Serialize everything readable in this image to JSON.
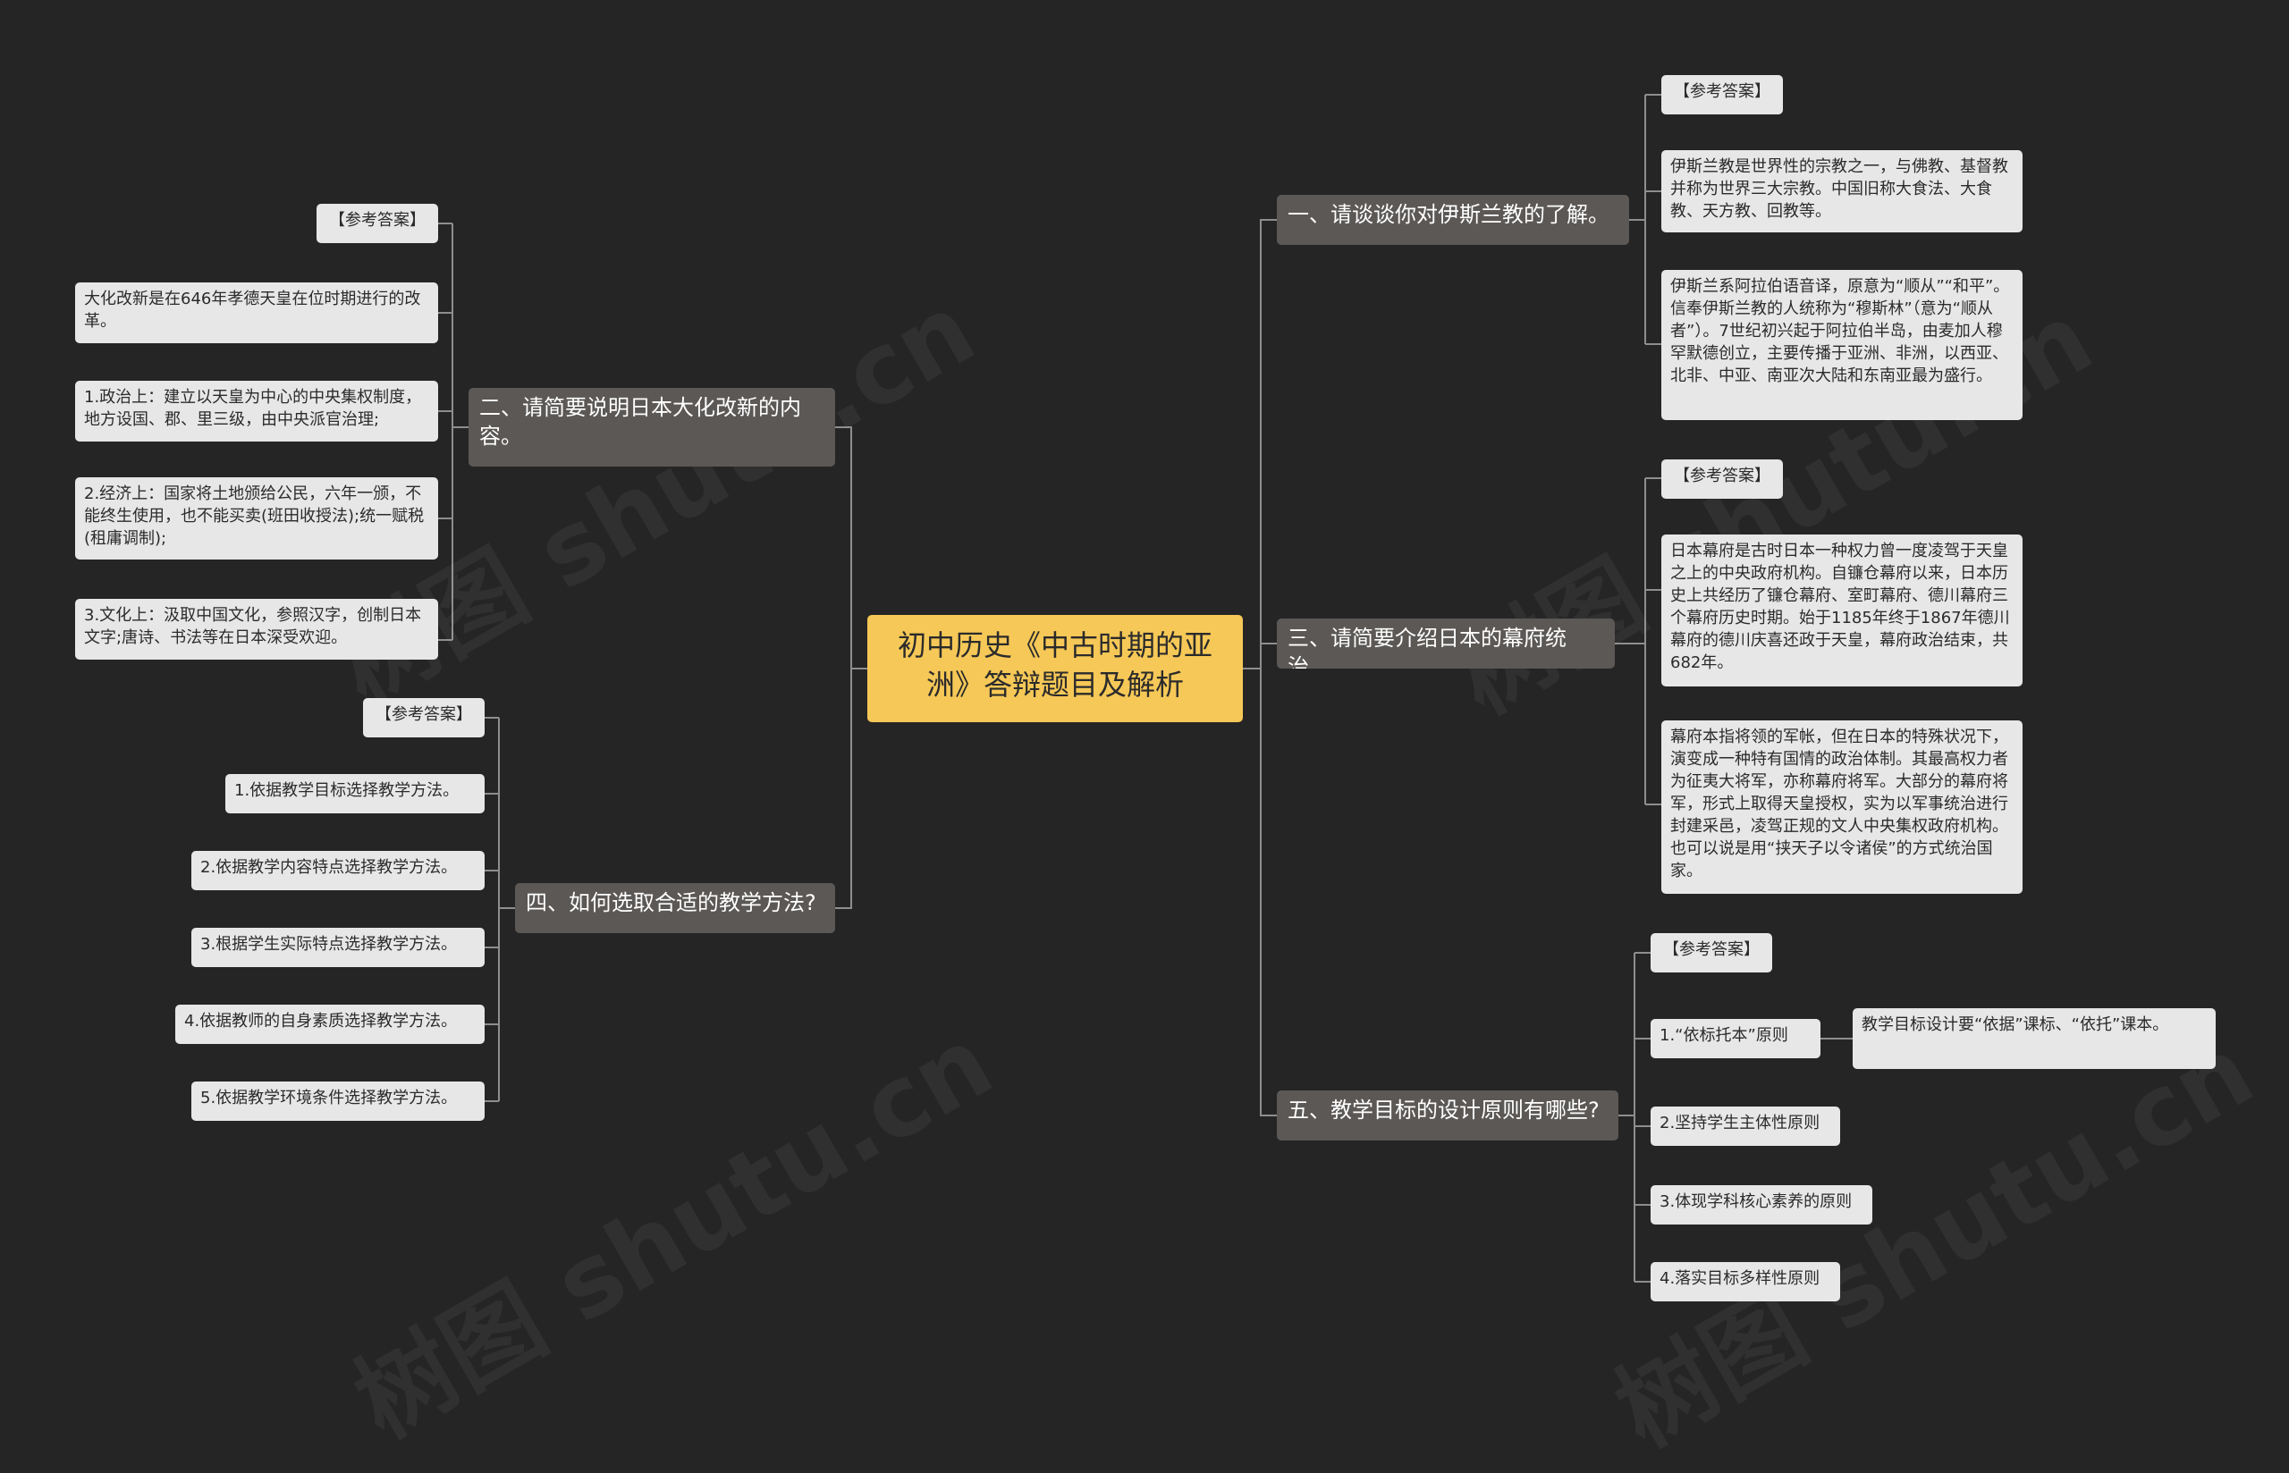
{
  "root": {
    "title": "初中历史《中古时期的亚洲》答辩题目及解析"
  },
  "watermarks": [
    "树图 shutu.cn",
    "树图 shutu.cn",
    "树图 shutu.cn",
    "树图 shutu.cn"
  ],
  "branches": [
    {
      "id": "b1",
      "label": "一、请谈谈你对伊斯兰教的了解。",
      "children": [
        {
          "id": "b1c1",
          "text": "【参考答案】"
        },
        {
          "id": "b1c2",
          "text": "伊斯兰教是世界性的宗教之一，与佛教、基督教并称为世界三大宗教。中国旧称大食法、大食教、天方教、回教等。"
        },
        {
          "id": "b1c3",
          "text": "伊斯兰系阿拉伯语音译，原意为“顺从”“和平”。信奉伊斯兰教的人统称为“穆斯林”（意为“顺从者”）。7世纪初兴起于阿拉伯半岛，由麦加人穆罕默德创立，主要传播于亚洲、非洲，以西亚、北非、中亚、南亚次大陆和东南亚最为盛行。"
        }
      ]
    },
    {
      "id": "b2",
      "label": "二、请简要说明日本大化改新的内容。",
      "children": [
        {
          "id": "b2c1",
          "text": "【参考答案】"
        },
        {
          "id": "b2c2",
          "text": "大化改新是在646年孝德天皇在位时期进行的改革。"
        },
        {
          "id": "b2c3",
          "text": "1.政治上：建立以天皇为中心的中央集权制度，地方设国、郡、里三级，由中央派官治理;"
        },
        {
          "id": "b2c4",
          "text": "2.经济上：国家将土地颁给公民，六年一颁，不能终生使用，也不能买卖(班田收授法);统一赋税(租庸调制);"
        },
        {
          "id": "b2c5",
          "text": "3.文化上：汲取中国文化，参照汉字，创制日本文字;唐诗、书法等在日本深受欢迎。"
        }
      ]
    },
    {
      "id": "b3",
      "label": "三、请简要介绍日本的幕府统治。",
      "children": [
        {
          "id": "b3c1",
          "text": "【参考答案】"
        },
        {
          "id": "b3c2",
          "text": "日本幕府是古时日本一种权力曾一度凌驾于天皇之上的中央政府机构。自镰仓幕府以来，日本历史上共经历了镰仓幕府、室町幕府、德川幕府三个幕府历史时期。始于1185年终于1867年德川幕府的德川庆喜还政于天皇，幕府政治结束，共682年。"
        },
        {
          "id": "b3c3",
          "text": "幕府本指将领的军帐，但在日本的特殊状况下，演变成一种特有国情的政治体制。其最高权力者为征夷大将军，亦称幕府将军。大部分的幕府将军，形式上取得天皇授权，实为以军事统治进行封建采邑，凌驾正规的文人中央集权政府机构。也可以说是用“挟天子以令诸侯”的方式统治国家。"
        }
      ]
    },
    {
      "id": "b4",
      "label": "四、如何选取合适的教学方法?",
      "children": [
        {
          "id": "b4c1",
          "text": "【参考答案】"
        },
        {
          "id": "b4c2",
          "text": "1.依据教学目标选择教学方法。"
        },
        {
          "id": "b4c3",
          "text": "2.依据教学内容特点选择教学方法。"
        },
        {
          "id": "b4c4",
          "text": "3.根据学生实际特点选择教学方法。"
        },
        {
          "id": "b4c5",
          "text": "4.依据教师的自身素质选择教学方法。"
        },
        {
          "id": "b4c6",
          "text": "5.依据教学环境条件选择教学方法。"
        }
      ]
    },
    {
      "id": "b5",
      "label": "五、教学目标的设计原则有哪些?",
      "children": [
        {
          "id": "b5c1",
          "text": "【参考答案】"
        },
        {
          "id": "b5c2",
          "text": "1.“依标托本”原则",
          "children": [
            {
              "id": "b5c2a",
              "text": "教学目标设计要“依据”课标、“依托”课本。"
            }
          ]
        },
        {
          "id": "b5c3",
          "text": "2.坚持学生主体性原则"
        },
        {
          "id": "b5c4",
          "text": "3.体现学科核心素养的原则"
        },
        {
          "id": "b5c5",
          "text": "4.落实目标多样性原则"
        }
      ]
    }
  ]
}
